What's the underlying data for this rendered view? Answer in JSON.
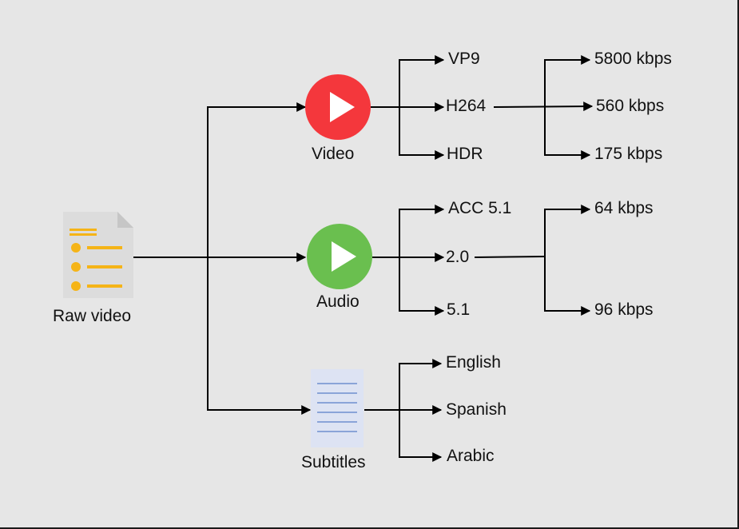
{
  "source": {
    "label": "Raw video",
    "icon": "document-list-icon"
  },
  "streams": {
    "video": {
      "label": "Video",
      "icon": "play-icon",
      "color": "#f4373c",
      "codecs": [
        "VP9",
        "H264",
        "HDR"
      ],
      "bitrates": [
        "5800 kbps",
        "560 kbps",
        "175 kbps"
      ]
    },
    "audio": {
      "label": "Audio",
      "icon": "play-icon",
      "color": "#6abf4f",
      "formats": [
        "ACC 5.1",
        "2.0",
        "5.1"
      ],
      "bitrates": [
        "64 kbps",
        "96 kbps"
      ]
    },
    "subtitles": {
      "label": "Subtitles",
      "icon": "subtitles-document-icon",
      "languages": [
        "English",
        "Spanish",
        "Arabic"
      ]
    }
  },
  "colors": {
    "canvas": "#e6e6e6",
    "doc_accent": "#f5b417",
    "subtitle_lines": "#6e8fd0"
  }
}
